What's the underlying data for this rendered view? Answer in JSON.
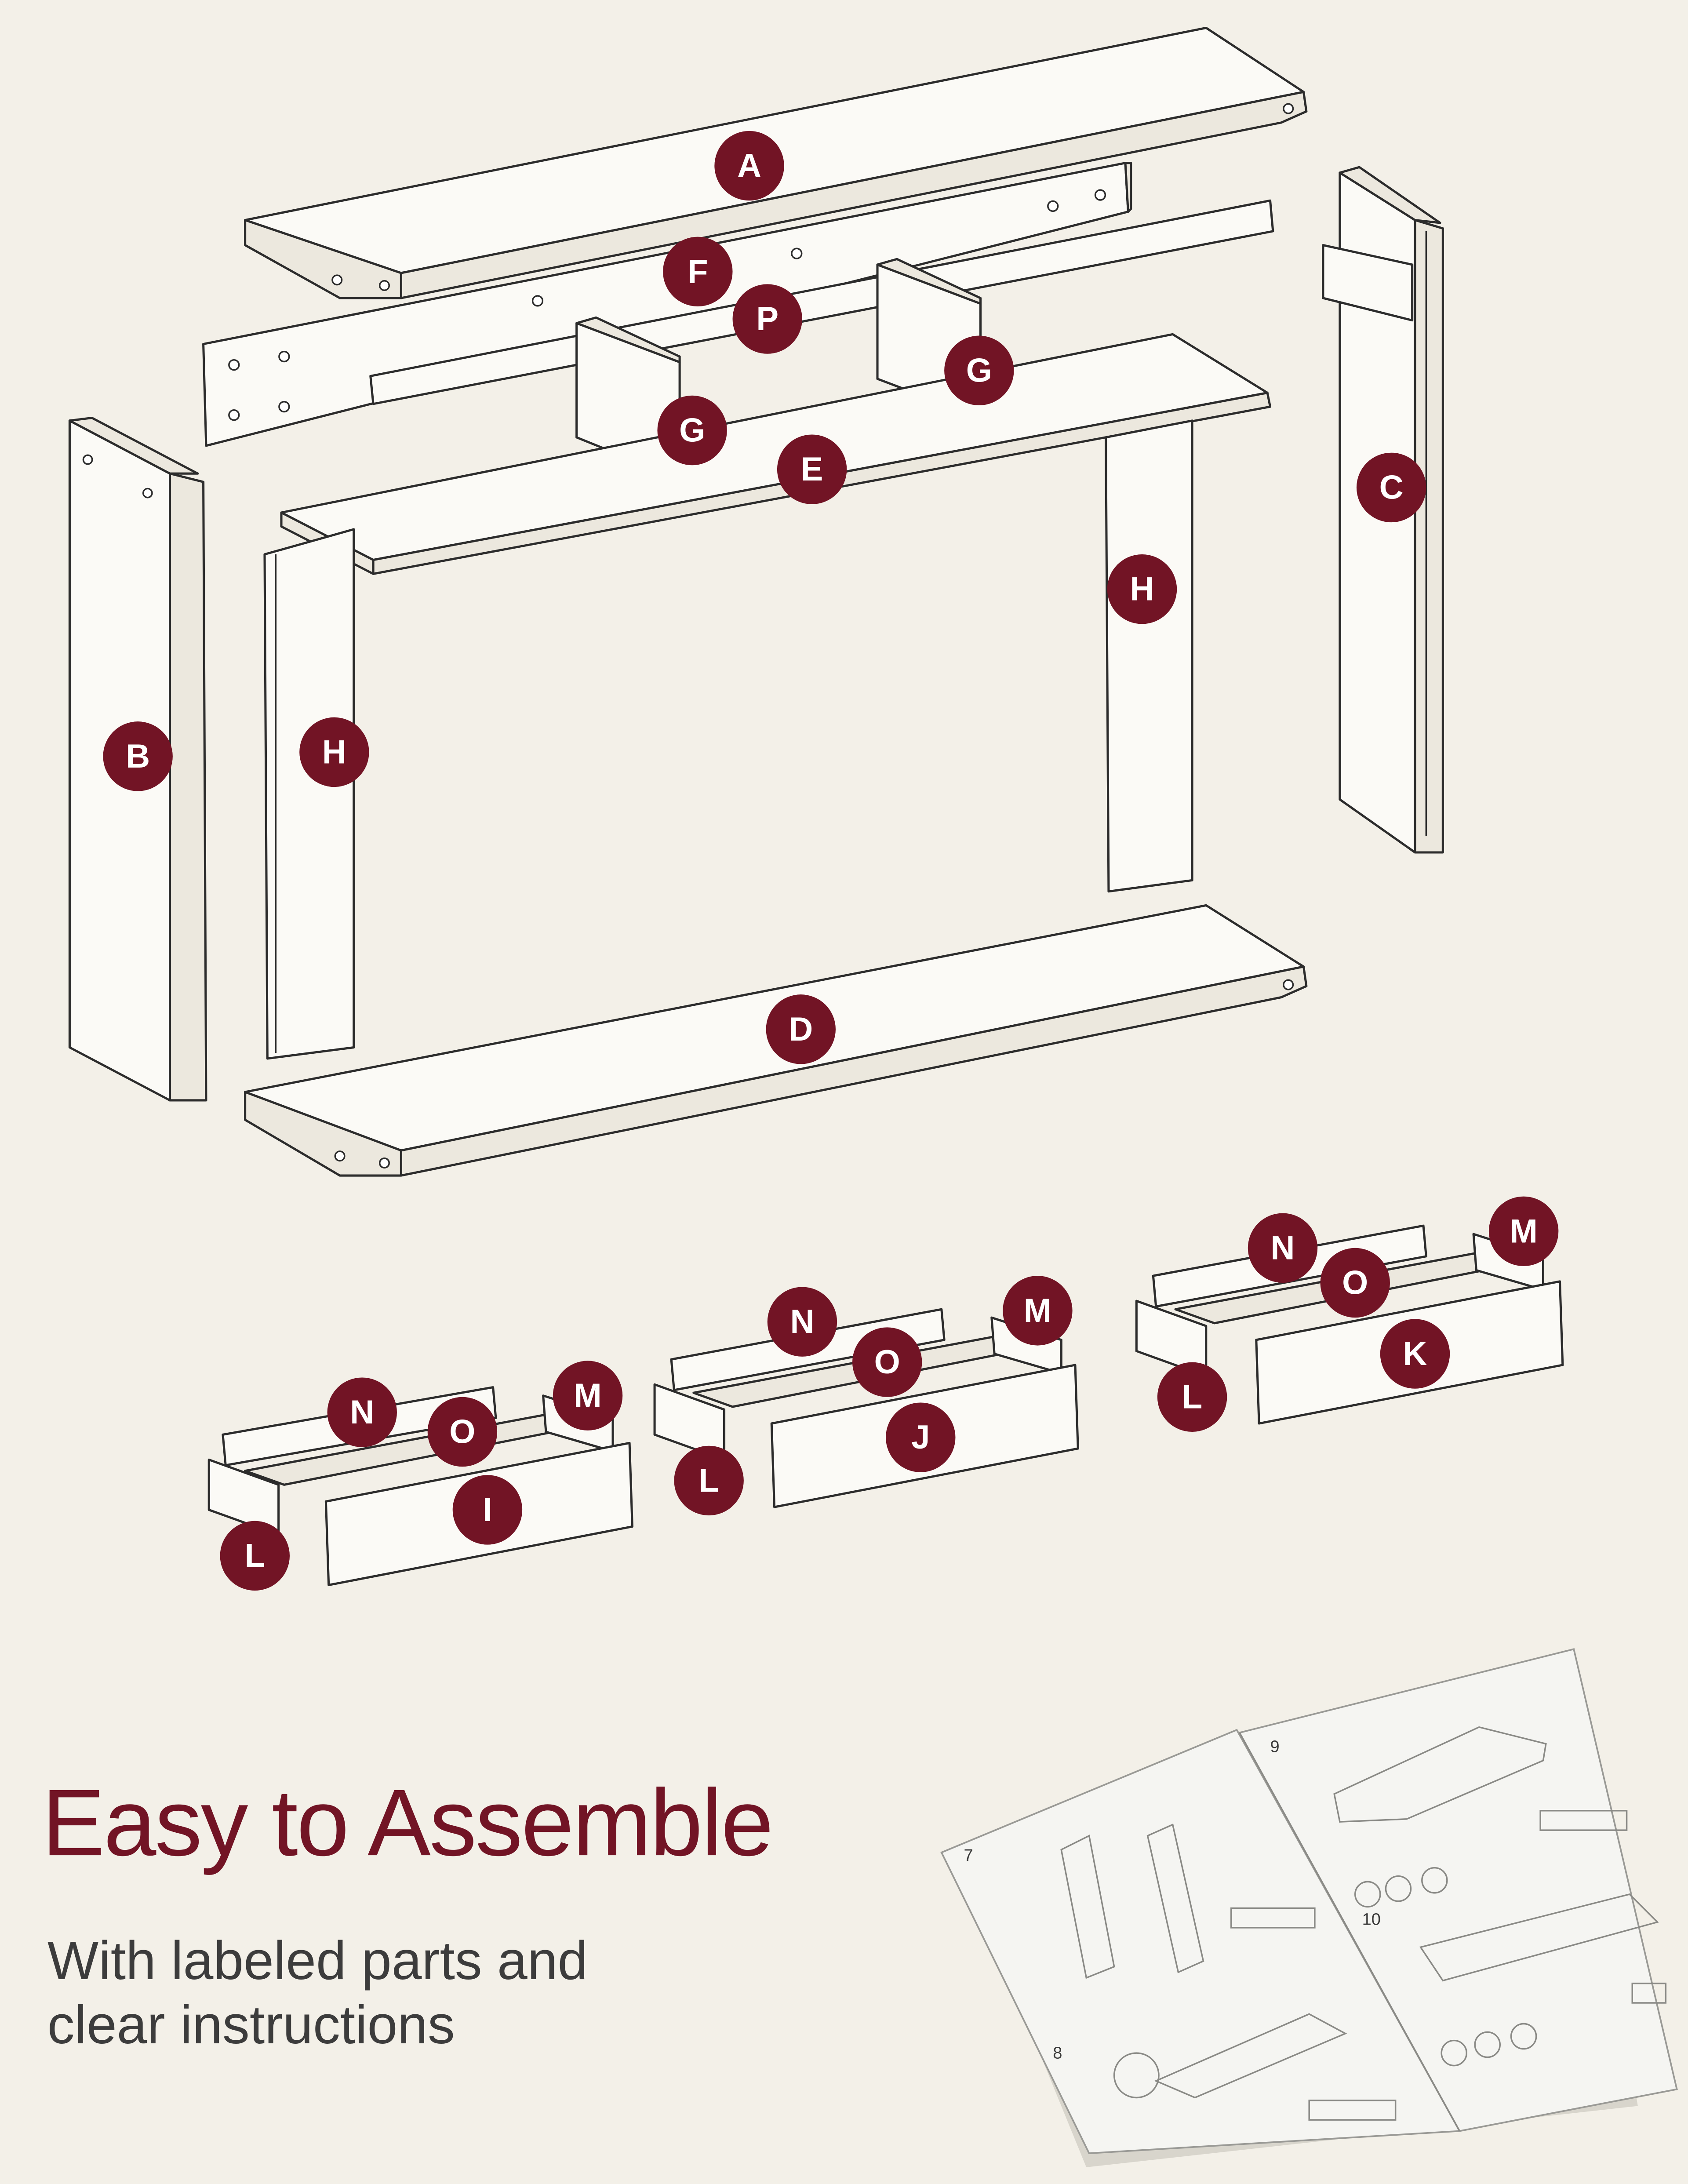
{
  "headline": "Easy to Assemble",
  "subline": "With labeled parts and clear instructions",
  "colors": {
    "accent": "#721425",
    "background": "#f3f0e8"
  },
  "part_labels": {
    "shelf_top": "A",
    "side_panel_left": "B",
    "side_panel_right": "C",
    "shelf_bottom": "D",
    "shelf_middle": "E",
    "back_panel": "F",
    "divider_left": "G",
    "divider_right": "G",
    "leg_left": "H",
    "leg_right": "H",
    "rail": "P",
    "drawer_front_1": "I",
    "drawer_front_2": "J",
    "drawer_front_3": "K",
    "drawer_side_left": "L",
    "drawer_side_right": "M",
    "drawer_back": "N",
    "drawer_bottom": "O"
  },
  "manual": {
    "page_numbers": {
      "p7": "7",
      "p8": "8",
      "p9": "9",
      "p10": "10"
    }
  }
}
